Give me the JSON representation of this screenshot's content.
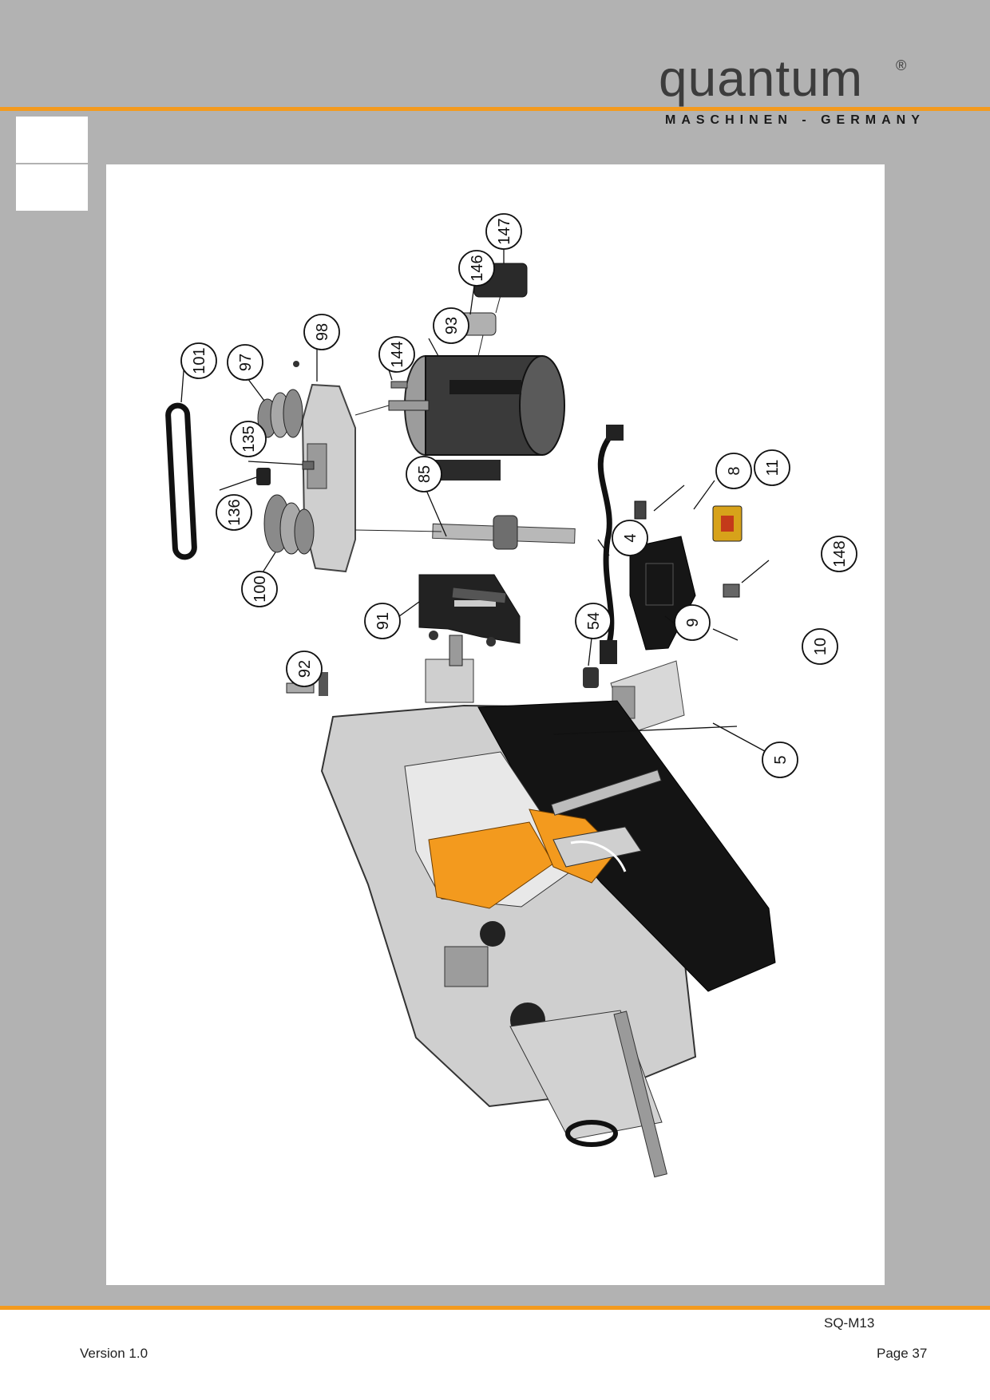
{
  "header": {
    "brand": "quantum",
    "registered_mark": "®",
    "tagline": "MASCHINEN - GERMANY"
  },
  "callouts": [
    {
      "id": "101",
      "label": "101"
    },
    {
      "id": "97",
      "label": "97"
    },
    {
      "id": "98",
      "label": "98"
    },
    {
      "id": "144",
      "label": "144"
    },
    {
      "id": "93",
      "label": "93"
    },
    {
      "id": "146",
      "label": "146"
    },
    {
      "id": "147",
      "label": "147"
    },
    {
      "id": "135",
      "label": "135"
    },
    {
      "id": "136",
      "label": "136"
    },
    {
      "id": "85",
      "label": "85"
    },
    {
      "id": "100",
      "label": "100"
    },
    {
      "id": "8",
      "label": "8"
    },
    {
      "id": "11",
      "label": "11"
    },
    {
      "id": "4",
      "label": "4"
    },
    {
      "id": "148",
      "label": "148"
    },
    {
      "id": "91",
      "label": "91"
    },
    {
      "id": "54",
      "label": "54"
    },
    {
      "id": "9",
      "label": "9"
    },
    {
      "id": "10",
      "label": "10"
    },
    {
      "id": "92",
      "label": "92"
    },
    {
      "id": "5",
      "label": "5"
    }
  ],
  "footer": {
    "model": "SQ-M13",
    "version": "Version 1.0",
    "page": "Page 37"
  },
  "colors": {
    "page_bg": "#b2b2b2",
    "accent_orange": "#f39a1e",
    "brand_gray": "#3c3c3c",
    "machine_gray": "#c8c8c8",
    "machine_dark": "#1a1a1a"
  }
}
